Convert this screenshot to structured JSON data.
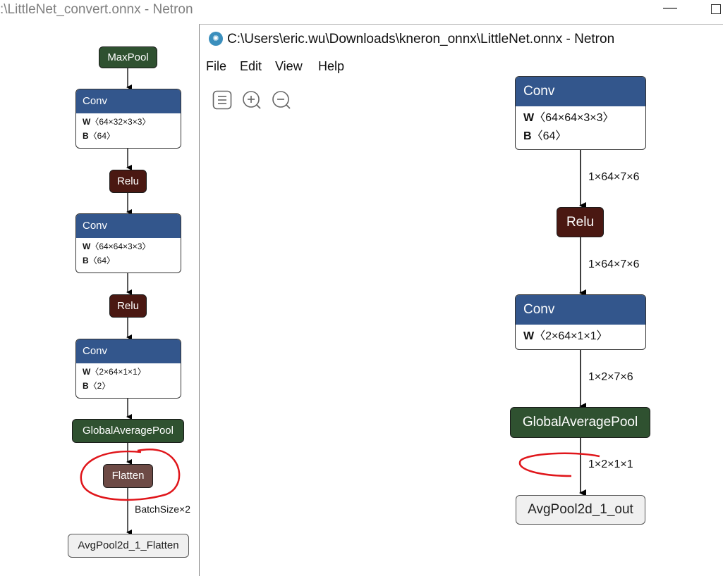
{
  "back_window": {
    "title": ":\\LittleNet_convert.onnx - Netron",
    "min_glyph": "—"
  },
  "left_graph": {
    "maxpool": "MaxPool",
    "conv1": {
      "op": "Conv",
      "w_label": "W",
      "w_shape": "〈64×32×3×3〉",
      "b_label": "B",
      "b_shape": "〈64〉"
    },
    "relu1": "Relu",
    "conv2": {
      "op": "Conv",
      "w_label": "W",
      "w_shape": "〈64×64×3×3〉",
      "b_label": "B",
      "b_shape": "〈64〉"
    },
    "relu2": "Relu",
    "conv3": {
      "op": "Conv",
      "w_label": "W",
      "w_shape": "〈2×64×1×1〉",
      "b_label": "B",
      "b_shape": "〈2〉"
    },
    "gap": "GlobalAveragePool",
    "flatten": "Flatten",
    "edge_flatten_out": "BatchSize×2",
    "output": "AvgPool2d_1_Flatten"
  },
  "front_window": {
    "title": "C:\\Users\\eric.wu\\Downloads\\kneron_onnx\\LittleNet.onnx - Netron",
    "menu": [
      "File",
      "Edit",
      "View",
      "Help"
    ],
    "toolbar": {
      "sidebar_icon": "list-icon",
      "zoom_in_icon": "zoom-in-icon",
      "zoom_out_icon": "zoom-out-icon"
    }
  },
  "right_graph": {
    "conv1": {
      "op": "Conv",
      "w_label": "W",
      "w_shape": "〈64×64×3×3〉",
      "b_label": "B",
      "b_shape": "〈64〉"
    },
    "edge1": "1×64×7×6",
    "relu": "Relu",
    "edge2": "1×64×7×6",
    "conv2": {
      "op": "Conv",
      "w_label": "W",
      "w_shape": "〈2×64×1×1〉"
    },
    "edge3": "1×2×7×6",
    "gap": "GlobalAveragePool",
    "edge4": "1×2×1×1",
    "output": "AvgPool2d_1_out"
  },
  "colors": {
    "conv_header": "#33568c",
    "pool": "#2f5130",
    "relu": "#4a1812",
    "flatten": "#6d4a45",
    "annotation": "#e0161b"
  }
}
